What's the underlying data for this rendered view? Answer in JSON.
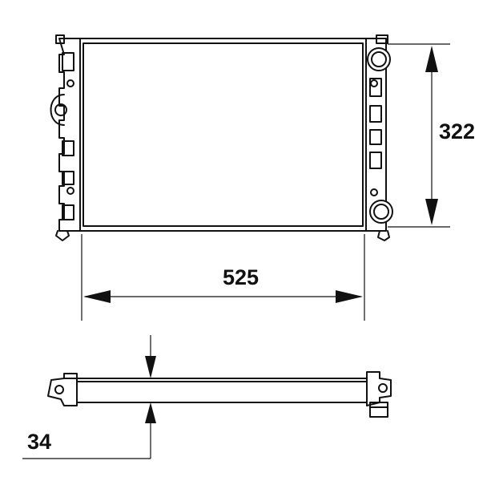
{
  "dimensions": {
    "height_label": "322",
    "width_label": "525",
    "depth_label": "34"
  },
  "colors": {
    "line": "#111111",
    "background": "#ffffff"
  }
}
